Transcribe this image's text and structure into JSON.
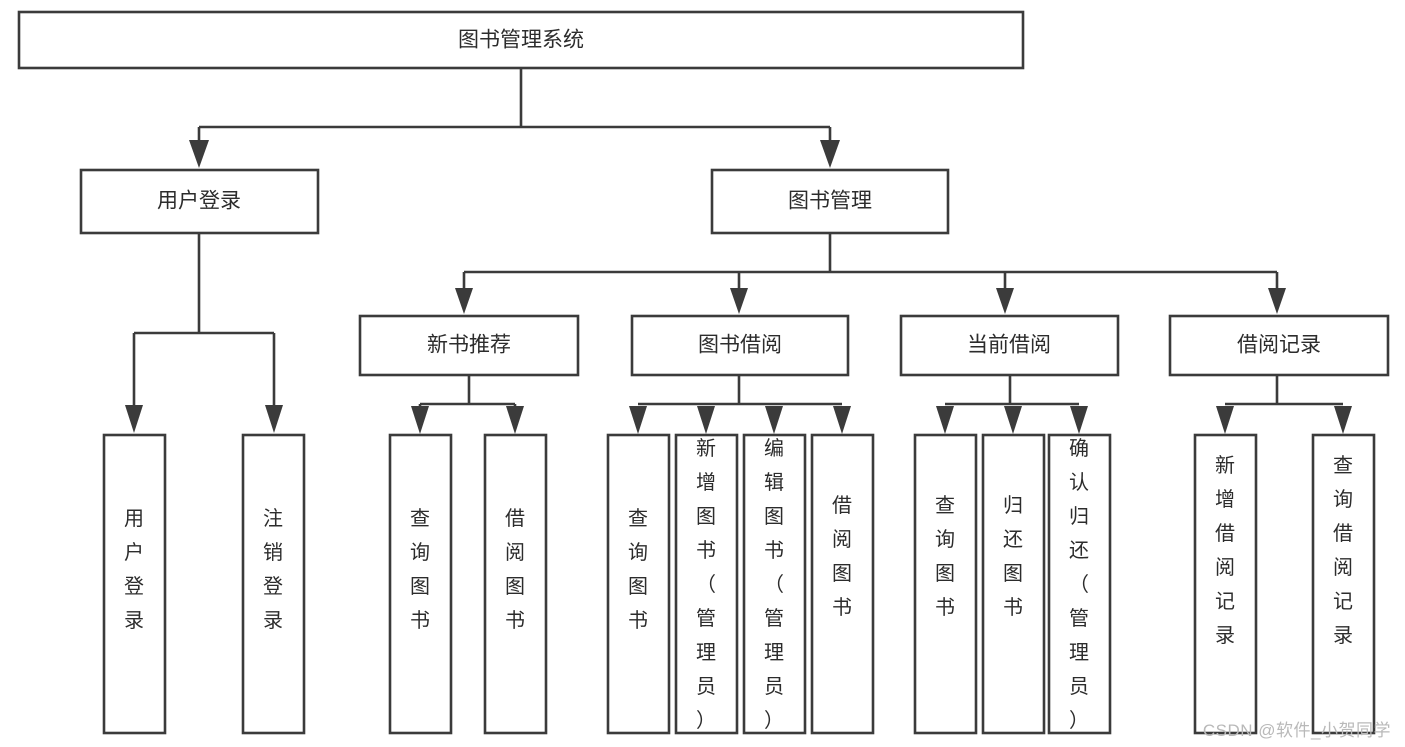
{
  "diagram": {
    "type": "tree-hierarchy-chart",
    "title": "图书管理系统",
    "watermark": "CSDN @软件_小贺同学",
    "colors": {
      "stroke": "#3b3b3b",
      "box_fill": "#ffffff",
      "text": "#2c2c2c",
      "background": "#ffffff",
      "watermark": "#b9b9b9"
    },
    "nodes": {
      "root": {
        "label": "图书管理系统",
        "orientation": "horizontal"
      },
      "level1": [
        {
          "id": "user-login",
          "label": "用户登录",
          "orientation": "horizontal"
        },
        {
          "id": "book-management",
          "label": "图书管理",
          "orientation": "horizontal"
        }
      ],
      "level2": [
        {
          "id": "new-book-recommend",
          "label": "新书推荐",
          "orientation": "horizontal"
        },
        {
          "id": "book-borrow",
          "label": "图书借阅",
          "orientation": "horizontal"
        },
        {
          "id": "current-borrow",
          "label": "当前借阅",
          "orientation": "horizontal"
        },
        {
          "id": "borrow-record",
          "label": "借阅记录",
          "orientation": "horizontal"
        }
      ],
      "leaves": {
        "user-login": [
          {
            "id": "leaf-user-login",
            "label": "用户登录",
            "orientation": "vertical"
          },
          {
            "id": "leaf-logout",
            "label": "注销登录",
            "orientation": "vertical"
          }
        ],
        "new-book-recommend": [
          {
            "id": "leaf-query-book-1",
            "label": "查询图书",
            "orientation": "vertical"
          },
          {
            "id": "leaf-borrow-book-1",
            "label": "借阅图书",
            "orientation": "vertical"
          }
        ],
        "book-borrow": [
          {
            "id": "leaf-query-book-2",
            "label": "查询图书",
            "orientation": "vertical"
          },
          {
            "id": "leaf-add-book",
            "label": "新增图书（管理员）",
            "orientation": "vertical"
          },
          {
            "id": "leaf-edit-book",
            "label": "编辑图书（管理员）",
            "orientation": "vertical"
          },
          {
            "id": "leaf-borrow-book-2",
            "label": "借阅图书",
            "orientation": "vertical"
          }
        ],
        "current-borrow": [
          {
            "id": "leaf-query-book-3",
            "label": "查询图书",
            "orientation": "vertical"
          },
          {
            "id": "leaf-return-book",
            "label": "归还图书",
            "orientation": "vertical"
          },
          {
            "id": "leaf-confirm-return",
            "label": "确认归还（管理员）",
            "orientation": "vertical"
          }
        ],
        "borrow-record": [
          {
            "id": "leaf-add-record",
            "label": "新增借阅记录",
            "orientation": "vertical"
          },
          {
            "id": "leaf-query-record",
            "label": "查询借阅记录",
            "orientation": "vertical"
          }
        ]
      }
    }
  }
}
